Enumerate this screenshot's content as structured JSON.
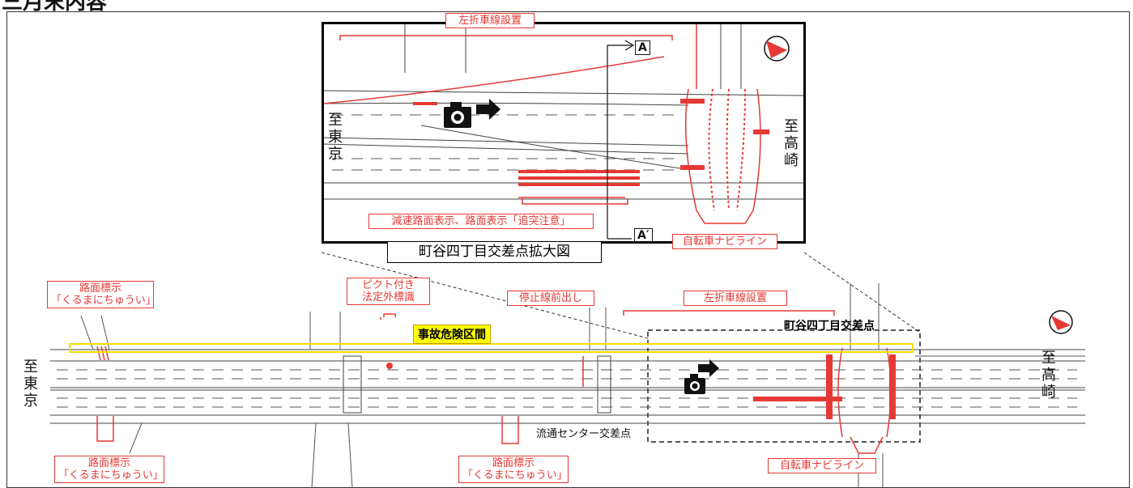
{
  "page_title": "三月末内容",
  "inset": {
    "title": "町谷四丁目交差点拡大図",
    "label_left_turn_lane": "左折車線設置",
    "label_speed_marking": "減速路面表示、路面表示「追突注意」",
    "label_bike_navi": "自転車ナビライン",
    "section_a": "A",
    "section_a_prime": "A′",
    "to_tokyo": [
      "至",
      "東",
      "京"
    ],
    "to_takasaki": [
      "至",
      "高",
      "崎"
    ]
  },
  "main": {
    "hazard_label": "事故危険区間",
    "intersection_name": "町谷四丁目交差点",
    "ryutsu_center": "流通センター交差点",
    "label_road_marking_tl": [
      "路面標示",
      "「くるまにちゅうい」"
    ],
    "label_pict_sign": [
      "ピクト付き",
      "法定外標識"
    ],
    "label_stop_line": "停止線前出し",
    "label_left_turn_lane": "左折車線設置",
    "label_road_marking_bl": [
      "路面標示",
      "「くるまにちゅうい」"
    ],
    "label_road_marking_bc": [
      "路面標示",
      "「くるまにちゅうい」"
    ],
    "label_bike_navi": "自転車ナビライン",
    "to_tokyo": [
      "至",
      "東",
      "京"
    ],
    "to_takasaki": [
      "至",
      "高",
      "崎"
    ]
  },
  "icons": [
    "camera-icon",
    "arrow-right-icon",
    "compass-icon"
  ],
  "colors": {
    "marking_red": "#e53935",
    "hazard_yellow": "#f5dd00",
    "line_black": "#111111"
  }
}
